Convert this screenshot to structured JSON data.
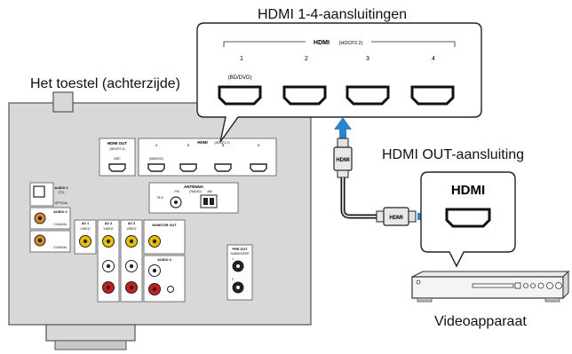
{
  "labels": {
    "hdmi_inputs_title": "HDMI 1-4-aansluitingen",
    "device_title": "Het toestel (achterzijde)",
    "hdmi_out_title": "HDMI OUT-aansluiting",
    "video_device_title": "Videoapparaat"
  },
  "callout": {
    "header": "HDMI",
    "header_sub": "(HDCP2.2)",
    "ports": [
      "1",
      "2",
      "3",
      "4"
    ],
    "port1_sub": "(BD/DVD)"
  },
  "tv": {
    "label": "HDMI"
  },
  "cable": {
    "plug_top": "HDMI",
    "plug_side": "HDMI"
  },
  "panel": {
    "hdmi_out": "HDMI OUT",
    "hdmi_out_sub": "(HDCP2.2)",
    "arc": "ARC",
    "hdmi_header": "HDMI",
    "hdmi_header_sub": "(HDCP2.2)",
    "hdmi_ports": [
      "1",
      "2",
      "3",
      "4"
    ],
    "bd_dvd": "(BD/DVD)",
    "antenna": "ANTENNA",
    "fm": "FM",
    "radio": "(RADIO)",
    "am": "AM",
    "ohm": "75 Ω",
    "audio1": "AUDIO 1",
    "tv_sub": "(TV)",
    "optical": "OPTICAL",
    "audio2": "AUDIO 2",
    "coaxial1": "COAXIAL",
    "coaxial2": "COAXIAL",
    "av1": "AV 1",
    "av2": "AV 2",
    "av3": "AV 3",
    "video1": "VIDEO",
    "video2": "VIDEO",
    "video3": "VIDEO",
    "monitor_out": "MONITOR OUT",
    "audio3": "AUDIO 3",
    "pre_out": "PRE OUT",
    "subwoofer": "SUBWOOFER",
    "sub1": "1",
    "sub2": "2"
  },
  "colors": {
    "panel_fill": "#d8d8d8",
    "panel_stroke": "#555555",
    "arrow_blue": "#2e82c8",
    "jack_yellow": "#e8c000",
    "jack_red": "#c81e1e",
    "jack_orange": "#d98a2a"
  }
}
